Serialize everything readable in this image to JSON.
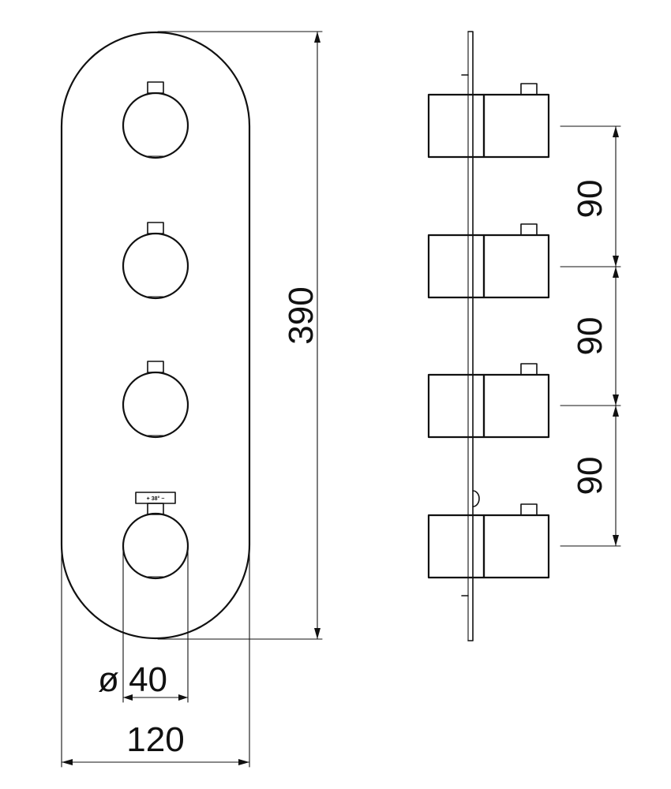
{
  "dimensions": {
    "total_height": "390",
    "total_width": "120",
    "knob_diameter": "ø 40",
    "spacing_1": "90",
    "spacing_2": "90",
    "spacing_3": "90"
  },
  "thermostat_scale_label": "+ 38° −",
  "colors": {
    "line": "#111111",
    "background": "#ffffff"
  }
}
